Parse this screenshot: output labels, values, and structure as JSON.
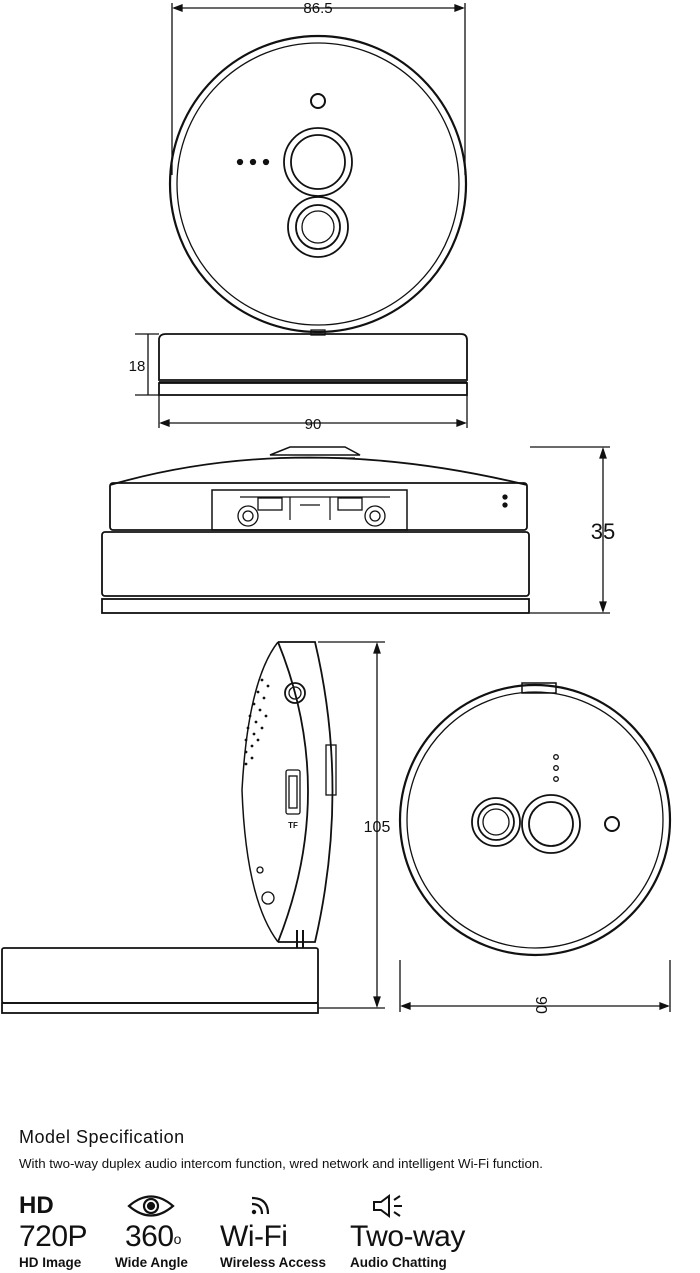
{
  "dimensions": {
    "top_view_width": "86.5",
    "front_height": "18",
    "front_width": "90",
    "side_total_height": "35",
    "stand_height": "105",
    "front_face_diameter": "90"
  },
  "labels": {
    "tf": "TF"
  },
  "spec": {
    "title": "Model Specification",
    "description": "With two-way duplex audio intercom function, wred network and intelligent Wi-Fi function."
  },
  "features": [
    {
      "icon": "hd-text",
      "top": "HD",
      "value": "720P",
      "caption": "HD Image"
    },
    {
      "icon": "eye-icon",
      "value": "360",
      "unit": "o",
      "caption": "Wide Angle"
    },
    {
      "icon": "wifi-icon",
      "value": "Wi-Fi",
      "caption": "Wireless Access"
    },
    {
      "icon": "speaker-icon",
      "value": "Two-way",
      "caption": "Audio Chatting"
    }
  ]
}
